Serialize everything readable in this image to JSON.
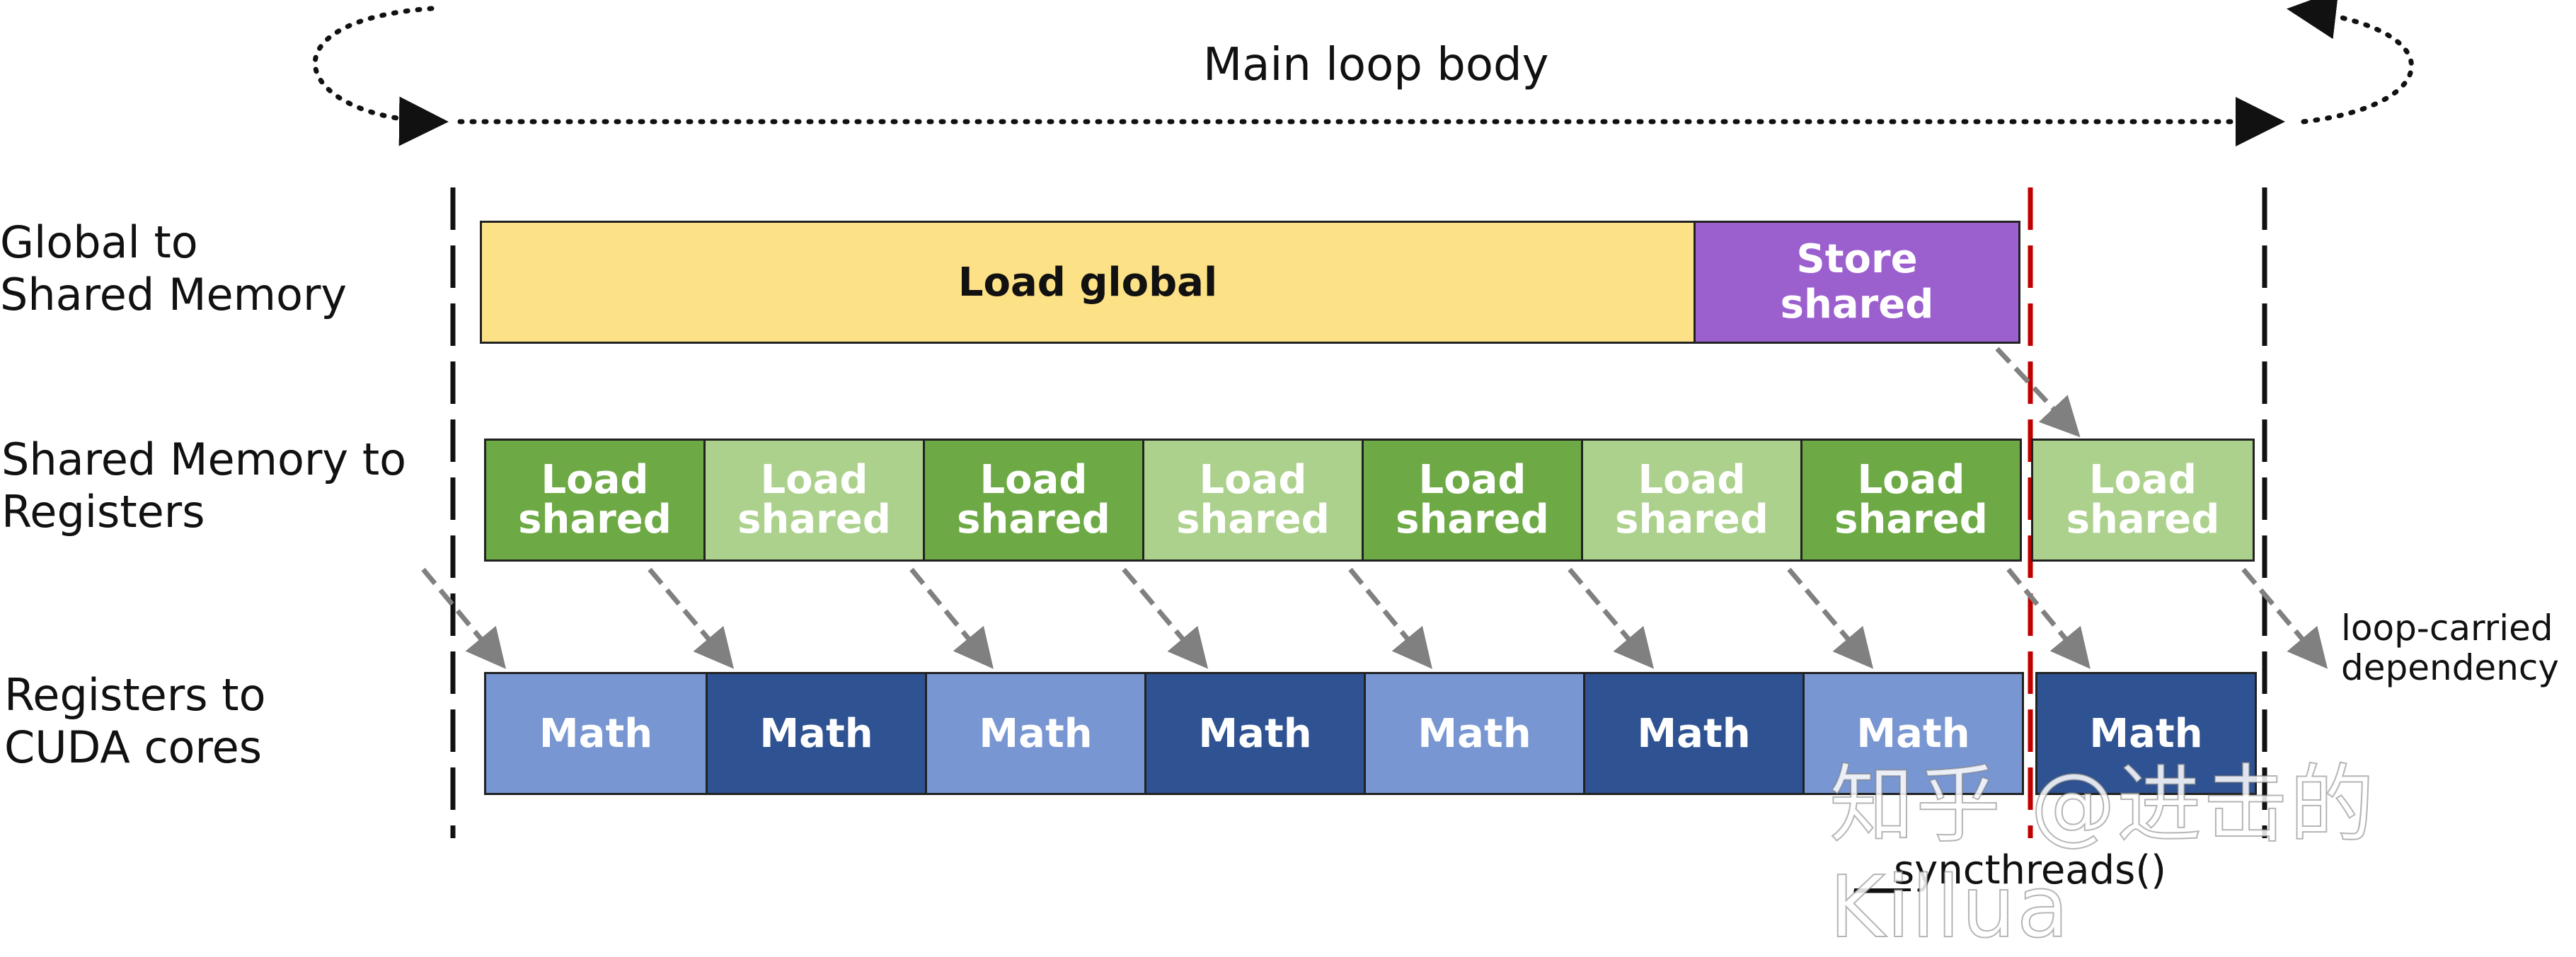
{
  "title": "Main loop body",
  "row_labels": {
    "global_to_shared": "Global to\nShared Memory",
    "shared_to_registers": "Shared Memory to\nRegisters",
    "registers_to_cores": "Registers to\nCUDA cores"
  },
  "global_row": {
    "load_global": "Load global",
    "store_shared": "Store\nshared"
  },
  "shared_row": {
    "blocks": [
      {
        "label": "Load\nshared",
        "shade": "dark"
      },
      {
        "label": "Load\nshared",
        "shade": "light"
      },
      {
        "label": "Load\nshared",
        "shade": "dark"
      },
      {
        "label": "Load\nshared",
        "shade": "light"
      },
      {
        "label": "Load\nshared",
        "shade": "dark"
      },
      {
        "label": "Load\nshared",
        "shade": "light"
      },
      {
        "label": "Load\nshared",
        "shade": "dark"
      },
      {
        "label": "Load\nshared",
        "shade": "light"
      }
    ]
  },
  "math_row": {
    "blocks": [
      {
        "label": "Math",
        "shade": "light"
      },
      {
        "label": "Math",
        "shade": "dark"
      },
      {
        "label": "Math",
        "shade": "light"
      },
      {
        "label": "Math",
        "shade": "dark"
      },
      {
        "label": "Math",
        "shade": "light"
      },
      {
        "label": "Math",
        "shade": "dark"
      },
      {
        "label": "Math",
        "shade": "light"
      },
      {
        "label": "Math",
        "shade": "dark"
      }
    ]
  },
  "annotations": {
    "loop_carried": "loop-carried\ndependency",
    "syncthreads": "__syncthreads()"
  },
  "watermark": "知乎 @进击的Killua",
  "colors": {
    "load_global": "#fde186",
    "store_shared": "#9b5fce",
    "load_shared_dark": "#6daa45",
    "load_shared_light": "#acd18c",
    "math_light": "#7896d2",
    "math_dark": "#2e5292",
    "sync_line": "#c00000",
    "arrow": "#808080"
  }
}
